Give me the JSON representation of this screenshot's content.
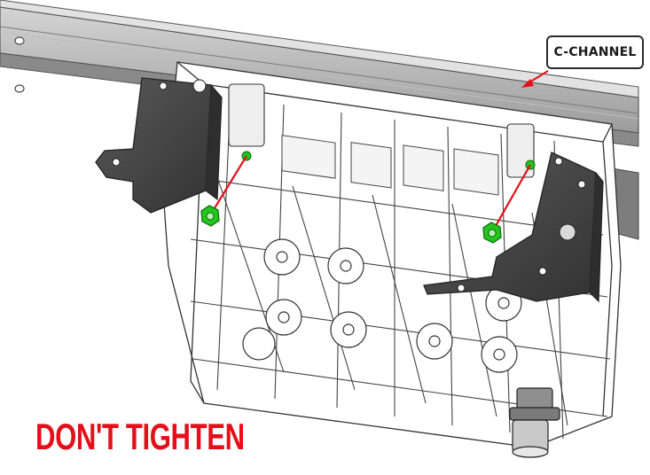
{
  "labels": {
    "c_channel": "C-CHANNEL",
    "warning": "DON'T TIGHTEN"
  },
  "colors": {
    "leader_line": "#e3101a",
    "nut": "#22c41f",
    "warning_text": "#e3101a",
    "bracket": "#4a4a4a",
    "channel": "#a8a8a8"
  },
  "icons": [
    "c-channel-rail",
    "left-bracket",
    "right-bracket",
    "hex-nut",
    "stud",
    "connector-plug",
    "junction-box"
  ]
}
